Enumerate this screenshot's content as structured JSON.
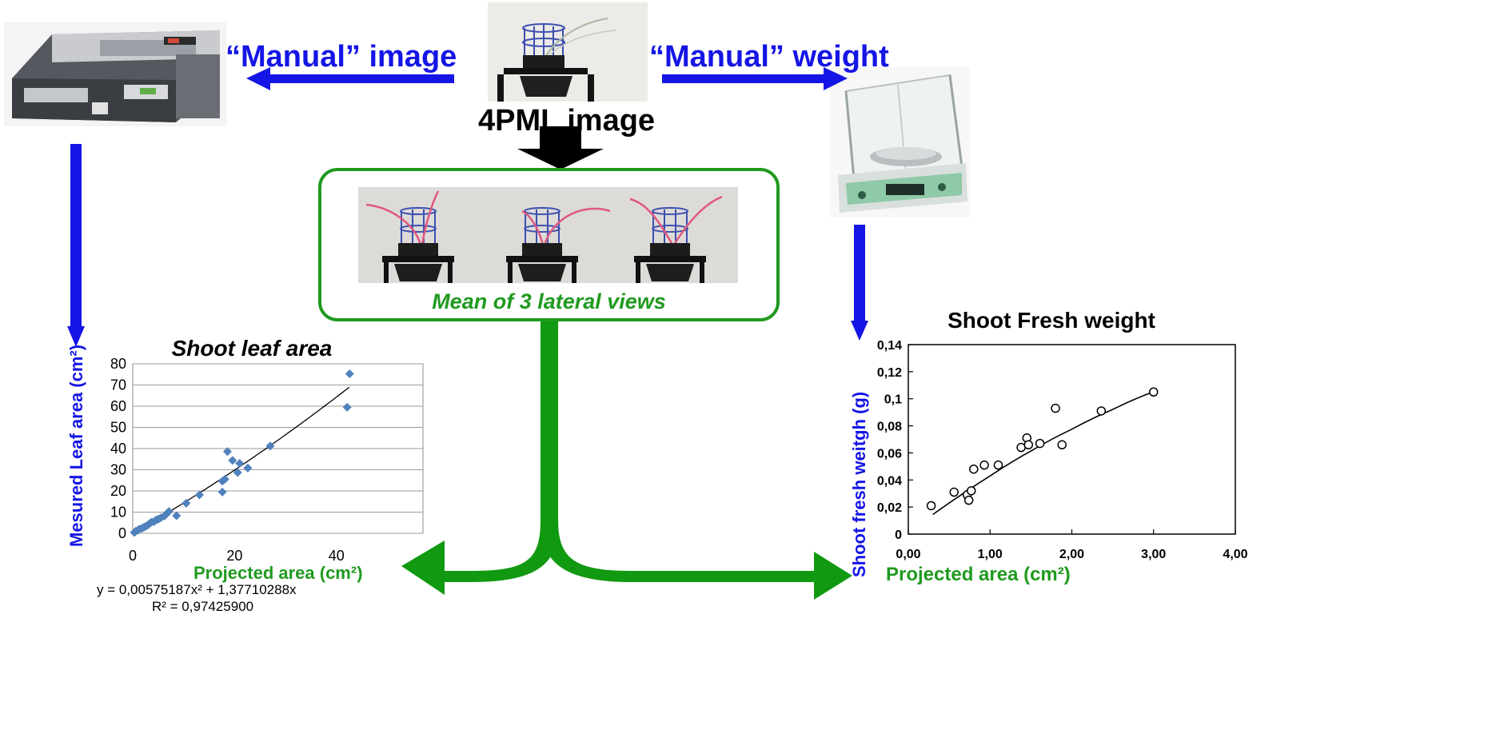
{
  "labels": {
    "manual_image": "“Manual” image",
    "manual_weight": "“Manual” weight",
    "pml_image": "4PML image",
    "mean_views": "Mean of 3 lateral views"
  },
  "colors": {
    "blue_arrow": "#1515e6",
    "green_arrow": "#119911",
    "green_text": "#1f9a1f",
    "black_arrow": "#000000",
    "scatter_left": "#4f81bd"
  },
  "icons": {
    "scanner": "leaf-area-scanner-photo",
    "balance": "precision-balance-photo",
    "plant": "plant-pot-photo",
    "lateral_views": "three-lateral-views-photo"
  },
  "chart_data": [
    {
      "type": "scatter",
      "title": "Shoot leaf area",
      "xlabel": "Projected area (cm²)",
      "ylabel": "Mesured Leaf area (cm²)",
      "xlim": [
        0,
        57
      ],
      "ylim": [
        0,
        80
      ],
      "xticks": [
        "0",
        "20",
        "40"
      ],
      "yticks": [
        "0",
        "10",
        "20",
        "30",
        "40",
        "50",
        "60",
        "70",
        "80"
      ],
      "grid": true,
      "marker": "diamond",
      "fit": {
        "equation": "y = 0,00575187x² + 1,37710288x",
        "r2": "R² = 0,97425900",
        "a": 0.00575187,
        "b": 1.37710288
      },
      "points": [
        [
          0.3,
          0.4
        ],
        [
          0.6,
          1.0
        ],
        [
          1.0,
          1.4
        ],
        [
          1.3,
          2.0
        ],
        [
          1.8,
          2.3
        ],
        [
          2.2,
          2.9
        ],
        [
          2.6,
          3.4
        ],
        [
          3.0,
          3.9
        ],
        [
          3.3,
          4.6
        ],
        [
          3.7,
          5.3
        ],
        [
          4.2,
          5.5
        ],
        [
          4.6,
          6.3
        ],
        [
          5.0,
          6.6
        ],
        [
          5.5,
          7.3
        ],
        [
          6.2,
          8.1
        ],
        [
          6.7,
          9.3
        ],
        [
          7.1,
          10.3
        ],
        [
          8.6,
          8.3
        ],
        [
          10.5,
          14.2
        ],
        [
          13.1,
          18.1
        ],
        [
          17.6,
          19.5
        ],
        [
          17.6,
          24.6
        ],
        [
          18.1,
          25.5
        ],
        [
          18.6,
          38.6
        ],
        [
          19.6,
          34.4
        ],
        [
          20.6,
          28.7
        ],
        [
          21.0,
          33.0
        ],
        [
          22.6,
          30.8
        ],
        [
          27.0,
          41.2
        ],
        [
          42.1,
          59.5
        ],
        [
          42.6,
          75.3
        ]
      ]
    },
    {
      "type": "scatter",
      "title": "Shoot Fresh weight",
      "xlabel": "Projected area (cm²)",
      "ylabel": "Shoot fresh weitgh (g)",
      "xlim": [
        0,
        4
      ],
      "ylim": [
        0,
        0.14
      ],
      "xticks": [
        "0,00",
        "1,00",
        "2,00",
        "3,00",
        "4,00"
      ],
      "yticks": [
        "0",
        "0,02",
        "0,04",
        "0,06",
        "0,08",
        "0,1",
        "0,12",
        "0,14"
      ],
      "grid": false,
      "marker": "open-circle",
      "trend": [
        [
          0.3,
          0.0145
        ],
        [
          1.0,
          0.043
        ],
        [
          1.5,
          0.0614
        ],
        [
          2.0,
          0.0775
        ],
        [
          2.5,
          0.0921
        ],
        [
          3.0,
          0.1052
        ]
      ],
      "points": [
        [
          0.28,
          0.021
        ],
        [
          0.56,
          0.031
        ],
        [
          0.72,
          0.029
        ],
        [
          0.74,
          0.025
        ],
        [
          0.77,
          0.032
        ],
        [
          0.8,
          0.048
        ],
        [
          0.93,
          0.051
        ],
        [
          1.1,
          0.051
        ],
        [
          1.38,
          0.064
        ],
        [
          1.45,
          0.071
        ],
        [
          1.47,
          0.066
        ],
        [
          1.61,
          0.067
        ],
        [
          1.8,
          0.093
        ],
        [
          1.88,
          0.066
        ],
        [
          2.36,
          0.091
        ],
        [
          3.0,
          0.105
        ]
      ]
    }
  ]
}
